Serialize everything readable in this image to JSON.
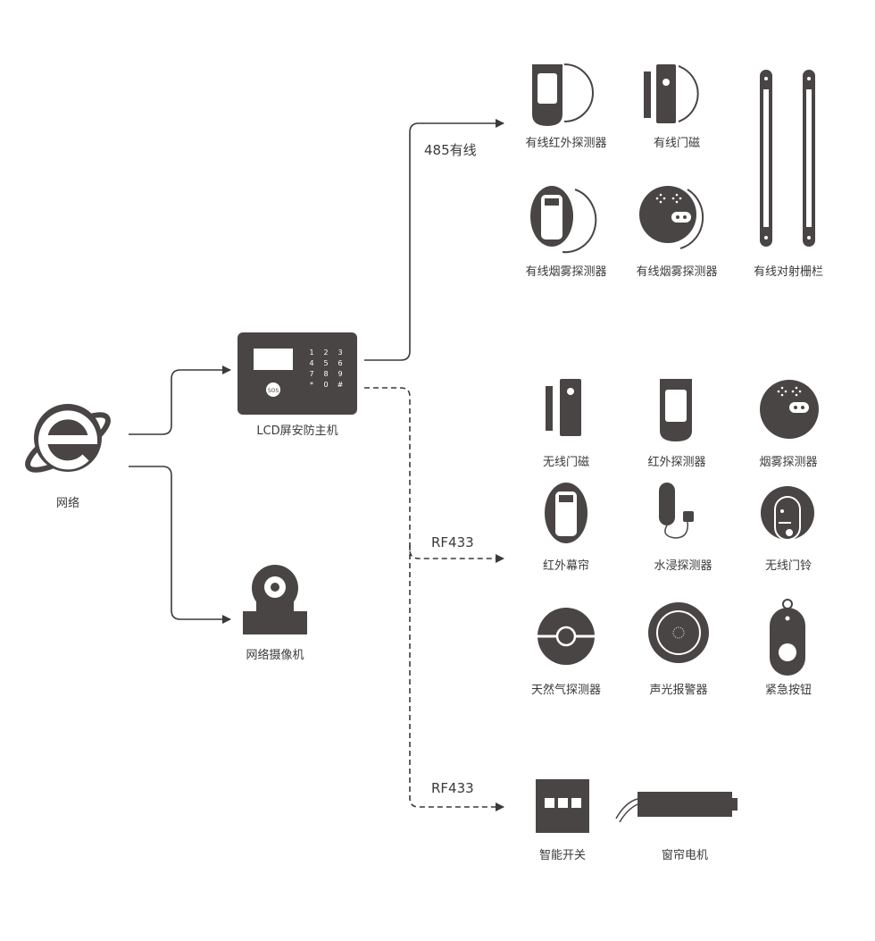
{
  "colors": {
    "icon": "#4a4545",
    "line": "#3a3a3a",
    "text": "#3a3a3a"
  },
  "nodes": {
    "network": "网络",
    "host": "LCD屏安防主机",
    "camera": "网络摄像机"
  },
  "host_keypad": [
    "1",
    "2",
    "3",
    "4",
    "5",
    "6",
    "7",
    "8",
    "9",
    "*",
    "0",
    "#"
  ],
  "host_sos": "SOS",
  "links": {
    "wired": "485有线",
    "rf1": "RF433",
    "rf2": "RF433"
  },
  "wired_devices": [
    "有线红外探测器",
    "有线门磁",
    "有线烟雾探测器",
    "有线烟雾探测器",
    "有线对射栅栏"
  ],
  "wireless_devices": [
    "无线门磁",
    "红外探测器",
    "烟雾探测器",
    "红外幕帘",
    "水浸探测器",
    "无线门铃",
    "天然气探测器",
    "声光报警器",
    "紧急按钮"
  ],
  "smart_devices": [
    "智能开关",
    "窗帘电机"
  ]
}
